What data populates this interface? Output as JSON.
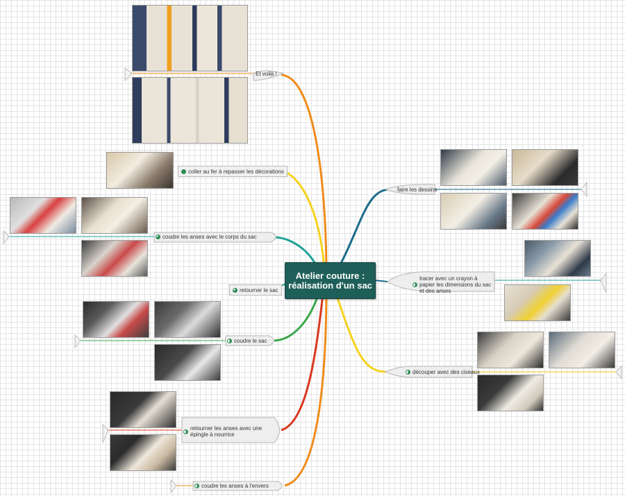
{
  "central_topic": "Atelier couture : réalisation d'un sac",
  "topics": {
    "et_voila": "Et voilà !",
    "coller": "coller au fer à repasser les décorations",
    "coudre_anses_corps": "coudre les anses avec le corps du sac",
    "retourner_sac": "retourner le sac",
    "coudre_sac": "coudre le sac",
    "retourner_anses": "retourner les anses avec une épingle à nourrice",
    "coudre_anses_envers": "coudre les anses à l'envers",
    "faire_dessins": "faire les dessins",
    "tracer": "tracer avec un crayon à papier les dimensions du sac et des anses",
    "decouper": "découper avec des ciseaux"
  },
  "colors": {
    "central_bg": "#1f5f5a",
    "branch_orange": "#f08c1a",
    "branch_yellow": "#f5d21e",
    "branch_teal": "#1fa39a",
    "branch_green": "#3aa84a",
    "branch_red": "#d9361e",
    "branch_blue": "#1a6b8a",
    "progress_green": "#2e8b57"
  }
}
